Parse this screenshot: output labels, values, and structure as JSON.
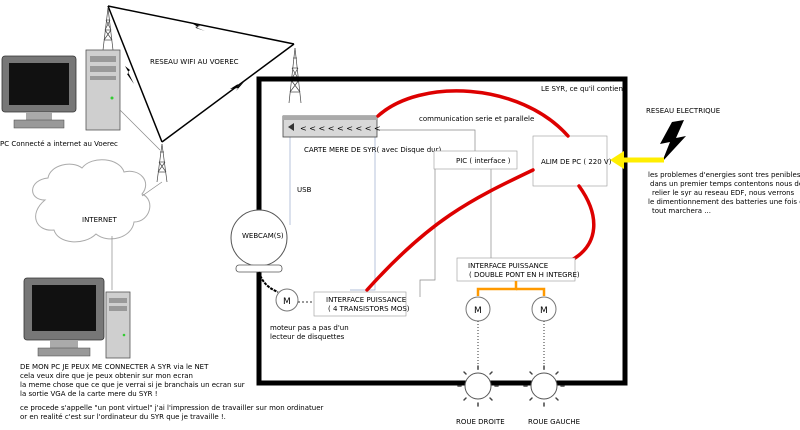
{
  "labels": {
    "wifi_network": "RESEAU WIFI AU VOEREC",
    "pc_voerec": "PC Connecté a internet au Voerec",
    "internet": "INTERNET",
    "syr_title": "LE SYR, ce qu'il contient",
    "motherboard": "CARTE MERE DE SYR( avec Disque dur)",
    "serial_comm": "communication serie et parallele",
    "pic": "PIC ( interface )",
    "psu": "ALIM DE PC ( 220 V)",
    "usb": "USB",
    "webcam": "WEBCAM(S)",
    "power_iface_h_line1": "INTERFACE PUISSANCE",
    "power_iface_h_line2": "( DOUBLE PONT EN H INTEGRE)",
    "power_iface_4_line1": "INTERFACE PUISSANCE",
    "power_iface_4_line2": "( 4 TRANSISTORS MOS)",
    "stepper_line1": "moteur pas a pas d'un",
    "stepper_line2": "lecteur de disquettes",
    "wheel_right": "ROUE DROITE",
    "wheel_left": "ROUE GAUCHE",
    "motor_symbol": "M",
    "grid": "RESEAU ELECTRIQUE"
  },
  "notes": {
    "energy": [
      "les problemes d'energies sont tres penibles,",
      "dans un premier temps contentons nous de",
      "relier le syr au reseau EDF, nous verrons",
      "le dimentionnement des batteries une fois que",
      "tout marchera ..."
    ],
    "remote": [
      "DE MON PC JE PEUX ME CONNECTER A SYR via le NET",
      "cela veux dire que je peux obtenir sur mon ecran",
      "la meme chose que ce que je verrai si je branchais un ecran sur",
      "la sortie VGA de la carte mere du SYR !",
      "",
      "ce procede s'appelle \"un pont virtuel\" j'ai l'impression de travailler sur mon ordinatuer",
      "or en realité c'est sur l'ordinateur du SYR que je travaille !."
    ]
  },
  "colors": {
    "power_line": "#dd0000",
    "grid_arrow": "#ffee00",
    "motor_link": "#ff9900",
    "usb_link": "#99aacc",
    "cable": "#888888"
  }
}
